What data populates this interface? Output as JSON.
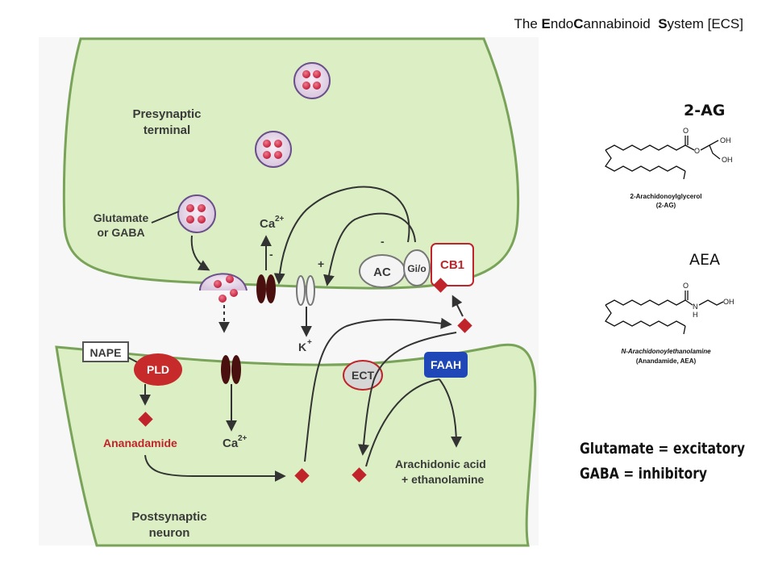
{
  "title": {
    "parts": [
      {
        "text": "The ",
        "bold": false
      },
      {
        "text": "E",
        "bold": true
      },
      {
        "text": "ndo",
        "bold": false
      },
      {
        "text": "C",
        "bold": true
      },
      {
        "text": "annabinoid  ",
        "bold": false
      },
      {
        "text": "S",
        "bold": true
      },
      {
        "text": "ystem [ECS]",
        "bold": false
      }
    ]
  },
  "diagram": {
    "presynaptic_line1": "Presynaptic",
    "presynaptic_line2": "terminal",
    "postsynaptic_line1": "Postsynaptic",
    "postsynaptic_line2": "neuron",
    "glutamate_line1": "Glutamate",
    "glutamate_line2": "or GABA",
    "ca_top": "Ca",
    "ca_top_sup": "2+",
    "ca_bottom": "Ca",
    "ca_bottom_sup": "2+",
    "k_label": "K",
    "k_sup": "+",
    "minus_top": "-",
    "minus_channel": "-",
    "plus_channel": "+",
    "ac": "AC",
    "gio": "Gi/o",
    "cb1": "CB1",
    "nape": "NAPE",
    "pld": "PLD",
    "ect": "ECT",
    "faah": "FAAH",
    "anandamide": "Ananadamide",
    "products_line1": "Arachidonic acid",
    "products_line2": "+ ethanolamine"
  },
  "molecules": {
    "two_ag_heading": "2-AG",
    "two_ag_name": "2-Arachidonoylglycerol",
    "two_ag_abbr": "(2-AG)",
    "two_ag_o": "O",
    "two_ag_o2": "O",
    "two_ag_oh1": "OH",
    "two_ag_oh2": "OH",
    "aea_heading": "AEA",
    "aea_name": "N-Arachidonoylethanolamine",
    "aea_abbr": "(Anandamide, AEA)",
    "aea_o": "O",
    "aea_n": "N",
    "aea_h": "H",
    "aea_oh": "OH"
  },
  "notes": {
    "glutamate": "Glutamate = excitatory",
    "gaba": "GABA = inhibitory"
  },
  "colors": {
    "membrane_fill": "#dcefc4",
    "membrane_stroke": "#7aa35a",
    "ligand_red": "#c0242a",
    "faah_blue": "#1f47b8",
    "vesicle_fill": "#efe3f0"
  }
}
